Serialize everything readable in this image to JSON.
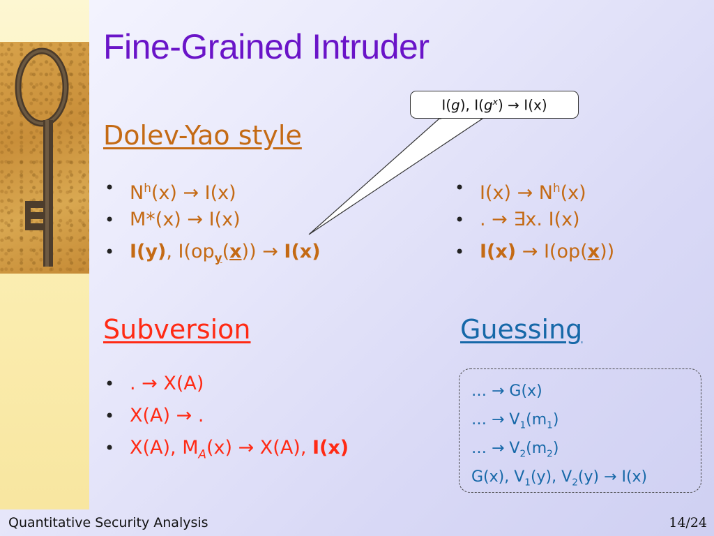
{
  "slide": {
    "title": "Fine-Grained Intruder",
    "footer": "Quantitative Security Analysis",
    "page": "14/24"
  },
  "dolev_yao": {
    "heading": "Dolev-Yao style",
    "callout": "I(g), I(g^x) → I(x)",
    "left": [
      "N^h(x) → I(x)",
      "M*(x) → I(x)",
      "I(y), I(op_y(x)) → I(x)"
    ],
    "right": [
      "I(x) → N^h(x)",
      ". → ∃x. I(x)",
      "I(x) → I(op(x))"
    ]
  },
  "subversion": {
    "heading": "Subversion",
    "items": [
      ". → X(A)",
      "X(A) → .",
      "X(A), M_A(x) → X(A), I(x)"
    ]
  },
  "guessing": {
    "heading": "Guessing",
    "rules": [
      "… → G(x)",
      "… → V1(m1)",
      "… → V2(m2)",
      "G(x), V1(y), V2(y) → I(x)"
    ]
  },
  "colors": {
    "title": "#6a14c8",
    "dolev_yao": "#c46a14",
    "subversion": "#ff2a14",
    "guessing": "#1668a8"
  },
  "image": "rusty-key-photo"
}
